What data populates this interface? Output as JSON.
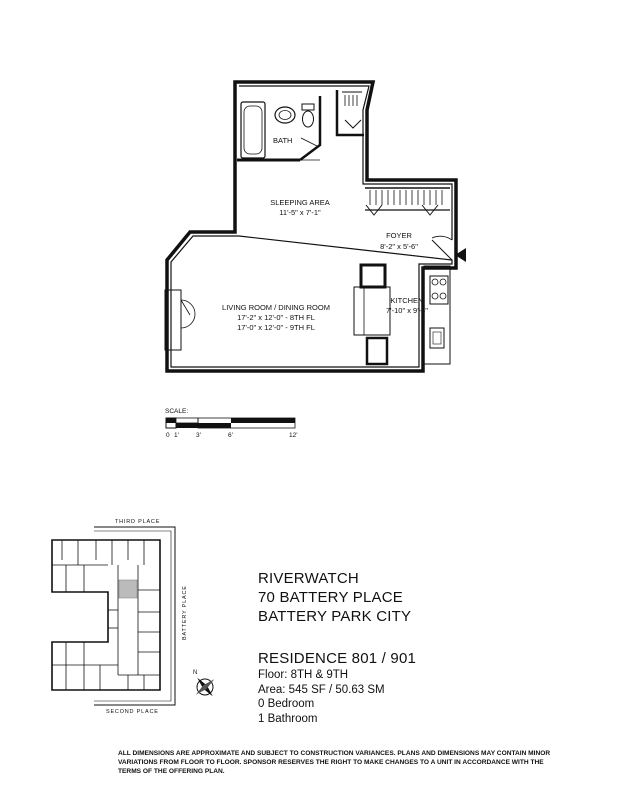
{
  "floorplan": {
    "rooms": {
      "bath": {
        "name": "BATH"
      },
      "sleeping": {
        "name": "SLEEPING AREA",
        "dim": "11'-5\" x 7'-1\""
      },
      "foyer": {
        "name": "FOYER",
        "dim": "8'-2\" x 5'-6\""
      },
      "living": {
        "name": "LIVING ROOM / DINING ROOM",
        "dim1": "17'-2\" x 12'-0\" - 8TH FL",
        "dim2": "17'-0\" x 12'-0\" - 9TH FL"
      },
      "kitchen": {
        "name": "KITCHEN",
        "dim": "7'-10\" x 9'-4\""
      }
    }
  },
  "scale": {
    "label": "SCALE:",
    "ticks": [
      "0",
      "1'",
      "3'",
      "6'",
      "12'"
    ]
  },
  "site_plan": {
    "street_top": "THIRD PLACE",
    "street_right": "BATTERY PLACE",
    "street_bottom": "SECOND PLACE"
  },
  "building": {
    "line1": "RIVERWATCH",
    "line2": "70 BATTERY PLACE",
    "line3": "BATTERY PARK CITY"
  },
  "residence": {
    "title": "RESIDENCE 801 / 901",
    "floor": "Floor: 8TH & 9TH",
    "area": "Area: 545 SF / 50.63 SM",
    "bedrooms": "0 Bedroom",
    "bathrooms": "1 Bathroom"
  },
  "disclaimer": "ALL DIMENSIONS ARE APPROXIMATE AND SUBJECT TO CONSTRUCTION VARIANCES. PLANS AND DIMENSIONS MAY CONTAIN MINOR VARIATIONS FROM FLOOR TO FLOOR. SPONSOR RESERVES THE RIGHT TO MAKE CHANGES TO A UNIT IN ACCORDANCE WITH THE TERMS OF THE OFFERING PLAN."
}
